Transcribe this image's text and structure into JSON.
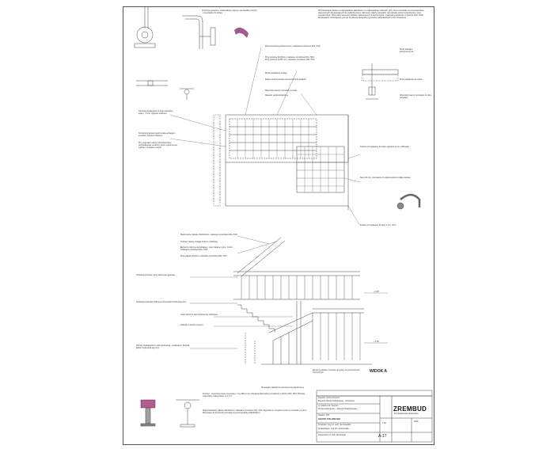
{
  "notes": {
    "top_handrail": "Pochwyty poręczy i wspornikowy wspory sam/wyklis poręczy - mocowanie do ściany",
    "top_right": "Wymiarowanie stropu na odpowiedniej głębokości i o odpowiedniej nośności, przy czym mocować za pomocą kotew chemicznych dopasowanych do podłoża stropu. Wymiary należy sprawdzić na budowie przed rozpoczęciem prac montażowych. Wszystkie elementy stalowe zabezpieczyć antykorozyjnie i malować proszkowo w kolorze RAL 7016. Wykonawca zobowiązany jest do uzyskania akceptacji rysunków warsztatowych przez Inwestora.",
    "plate": "Płyta schodowa grubości 12mm, malowana proszkowo RAL 7016",
    "rails": "Pręty pionowe 30x30mm, malowane proszkowo RAL 7016\nPręty poziome 12x50 mm, malowane proszkowo RAL 7016",
    "floor": "Płytka podłogowa na kleju",
    "beam": "Belka nośna z kotwami chemicznymi do podłoża",
    "stringer": "Wspornik poręczy mocowany do belki",
    "material": "Materiał: stal konstrukcyjna",
    "anchor_right": "Śruby kotwiące\nwzmocnienie 10",
    "strop": "Płyta podłogowa na stropie",
    "bracket_detail": "Wspornik poręczy mocowany do płyty stropowej",
    "left_1": "Szczelina dylatacyjna na styku schodów i ściany - 5 mm, wypełnić silikonem",
    "left_2": "Szczelina stykowa między ścianą a biegiem schodów, wypełnić silikonem",
    "left_3": "Przy stopniach należy montować listwy przypodłogowe w kolorze stopni, wykończenie zgodnie z projektem wnętrz",
    "weld_1": "Kołnierz przyspawany do stali o grubości 4 mm, szlifowany",
    "weld_2": "Skręt 40 mm, mocowanie do stopnia poprzez płytkę stalową",
    "weld_3": "Kołnierz przyspawany do płyty 4 mm, 4mm",
    "mid_1": "Słupki nośne stalowe 40x40x2mm, malowane proszkowo RAL 7016",
    "mid_2": "Pochwyt stalowy okrągły fi 42mm, malowany",
    "mid_3": "Elementy poziome wypełniające - pręty stalowe o wym. 12mm, malowane proszkowo RAL 7016",
    "mid_4": "Rura stalowa 30x2mm malowana proszkowo RAL 7016",
    "left_4": "Obudowa pionowa z płyty kartonowo-gipsowej",
    "left_5": "Dylatacja konstrukcji stalowej od konstrukcji żelbetowej 2cm",
    "left_6": "Elementy stalowe mocować do ściany za pomocą kotew chemicznych",
    "center_1": "Czoło stopni ze stali nierdzewnej, szlifowane",
    "center_2": "Zaślepki w kolorze poręczy",
    "left_7": "Schody z balustradą ze stali nierdzewnej - podpisanie i kontrola jakości wykonania wg norm",
    "bottom_center": "Mocowanie zaślepki za pomocą śruby dwustronnej",
    "bottom_1": "Pochwyt - wspornik poręczy mocowany z rury Ø42,4 mm. Wspornik lakierowany proszkowo w kolorze RAL 7016. Rozstaw wsporników maksymalnie co 1,0 m.",
    "bottom_2": "Słupki balustrady stalowe 40x40x2mm malowane proszkowo RAL 7016. Wypełnienie z prętów fi 12mm w rozstawie co 11cm. Mocowanie do konstrukcji schodów za pomocą blachy 120x80x8mm."
  },
  "levels": {
    "l1": "+ 3,00",
    "l2": "+ 1,50"
  },
  "view_label": "WIDOK A",
  "titleblock": {
    "investor": "Inwestor: Gmina Tworzeń",
    "object": "Budynek Szkoły Podstawowej - rozbudowa",
    "address": "ul. Szkolna 12, Tworzeń",
    "project": "Projekt wykonawczy - Schody Prefabrykowane",
    "stage": "Stadium: PW",
    "title": "SCHODY STALOWE NR4",
    "designer": "Projektant: mgr inż. arch. Jan Kowalski",
    "checker": "Sprawdzający: mgr inż. Anna Nowak",
    "drawn": "Opracował: inż. Piotr Wiśniewski",
    "scale": "1:50",
    "date": "2018",
    "sheet": "A-17",
    "logo": "ZREMBUD",
    "company": "Przedsiębiorstwo Budowlane"
  }
}
